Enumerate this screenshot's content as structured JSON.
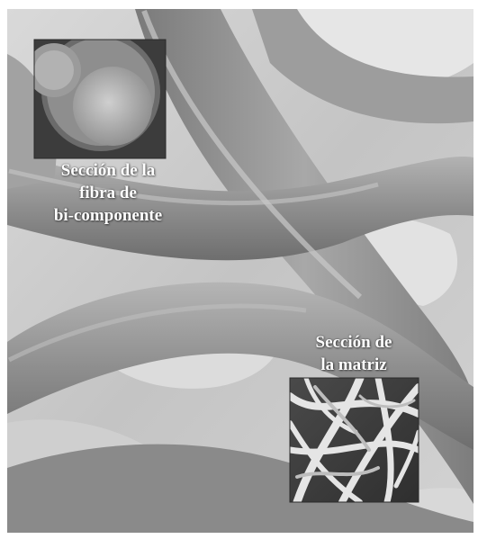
{
  "labels": {
    "fiber_section": [
      "Sección de la",
      "fibra de",
      "bi-componente"
    ],
    "matrix_section": [
      "Sección de",
      "la matriz"
    ]
  },
  "colors": {
    "background_light": "#e8e8e8",
    "fiber_mid": "#9a9a9a",
    "fiber_dark": "#5f5f5f",
    "label_text": "#ffffff"
  }
}
